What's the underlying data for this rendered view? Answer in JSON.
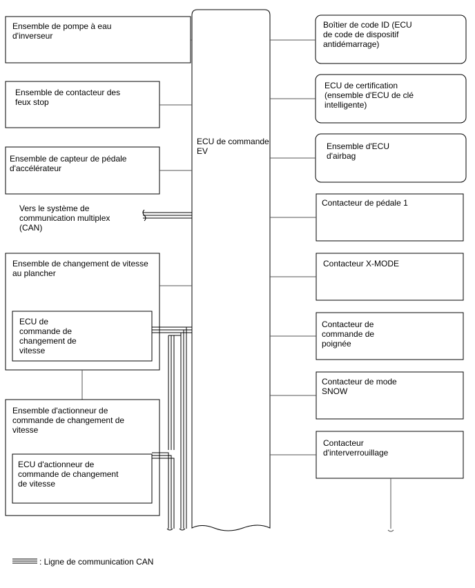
{
  "center": {
    "label": [
      "ECU de commande",
      "EV"
    ]
  },
  "left_boxes": [
    {
      "id": "inverter-pump",
      "lines": [
        "Ensemble de pompe à eau",
        "d'inverseur"
      ]
    },
    {
      "id": "stop-light-switch",
      "lines": [
        "Ensemble de contacteur des",
        "feux stop"
      ]
    },
    {
      "id": "accel-pedal-sensor",
      "lines": [
        "Ensemble de capteur de pédale",
        "d'accélérateur"
      ]
    }
  ],
  "can_target": {
    "lines": [
      "Vers le système de",
      "communication multiplex",
      "(CAN)"
    ]
  },
  "shift_assembly": {
    "lines": [
      "Ensemble de changement de vitesse",
      "au plancher"
    ],
    "inner": [
      "ECU de",
      "commande de",
      "changement de",
      "vitesse"
    ]
  },
  "shift_actuator": {
    "lines": [
      "Ensemble d'actionneur de",
      "commande de changement de",
      "vitesse"
    ],
    "inner": [
      "ECU d'actionneur de",
      "commande de changement",
      "de vitesse"
    ]
  },
  "right_boxes": [
    {
      "id": "id-code-box",
      "lines": [
        "Boîtier de code ID (ECU",
        "de code de dispositif",
        "antidémarrage)"
      ]
    },
    {
      "id": "certification-ecu",
      "lines": [
        "ECU de certification",
        "(ensemble d'ECU de clé",
        "intelligente)"
      ]
    },
    {
      "id": "airbag-ecu",
      "lines": [
        "Ensemble d'ECU",
        "d'airbag"
      ]
    },
    {
      "id": "pedal-switch-1",
      "lines": [
        "Contacteur de pédale 1"
      ]
    },
    {
      "id": "x-mode-switch",
      "lines": [
        "Contacteur X-MODE"
      ]
    },
    {
      "id": "handle-switch",
      "lines": [
        "Contacteur de",
        "commande de",
        "poignée"
      ]
    },
    {
      "id": "snow-mode-switch",
      "lines": [
        "Contacteur de mode",
        "SNOW"
      ]
    },
    {
      "id": "interlock-switch",
      "lines": [
        "Contacteur",
        "d'interverrouillage"
      ]
    }
  ],
  "legend": {
    "label": ": Ligne de communication CAN"
  }
}
